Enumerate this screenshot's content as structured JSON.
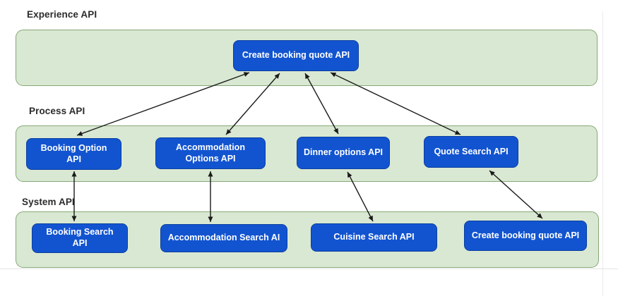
{
  "diagram": {
    "layers": [
      {
        "id": "experience",
        "label": "Experience API"
      },
      {
        "id": "process",
        "label": "Process API"
      },
      {
        "id": "system",
        "label": "System API"
      }
    ],
    "nodes": {
      "exp_create": {
        "label": "Create booking quote API",
        "layer": "experience"
      },
      "booking_option": {
        "label": "Booking Option API",
        "layer": "process"
      },
      "accommodation_options": {
        "label": "Accommodation Options API",
        "layer": "process"
      },
      "dinner_options": {
        "label": "Dinner options API",
        "layer": "process"
      },
      "quote_search": {
        "label": "Quote Search API",
        "layer": "process"
      },
      "booking_search": {
        "label": "Booking Search API",
        "layer": "system"
      },
      "accommodation_search": {
        "label": "Accommodation Search AI",
        "layer": "system"
      },
      "cuisine_search": {
        "label": "Cuisine Search API",
        "layer": "system"
      },
      "sys_create": {
        "label": "Create booking quote API",
        "layer": "system"
      }
    },
    "edges": [
      {
        "from": "exp_create",
        "to": "booking_option",
        "bidirectional": true
      },
      {
        "from": "exp_create",
        "to": "accommodation_options",
        "bidirectional": true
      },
      {
        "from": "exp_create",
        "to": "dinner_options",
        "bidirectional": true
      },
      {
        "from": "exp_create",
        "to": "quote_search",
        "bidirectional": true
      },
      {
        "from": "booking_option",
        "to": "booking_search",
        "bidirectional": true
      },
      {
        "from": "accommodation_options",
        "to": "accommodation_search",
        "bidirectional": true
      },
      {
        "from": "dinner_options",
        "to": "cuisine_search",
        "bidirectional": true
      },
      {
        "from": "quote_search",
        "to": "sys_create",
        "bidirectional": true
      }
    ],
    "colors": {
      "node_fill": "#1254d0",
      "node_border": "#0a3fa0",
      "band_fill": "#d9e8d2",
      "band_border": "#85a877",
      "arrow": "#1a1a1a"
    }
  }
}
